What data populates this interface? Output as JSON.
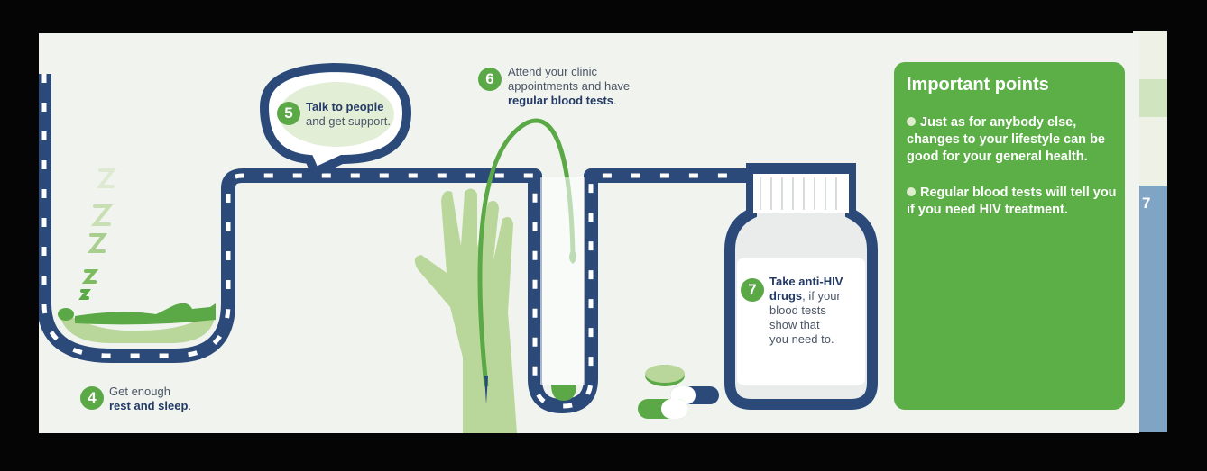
{
  "tab": {
    "number": "7"
  },
  "steps": [
    {
      "num": "4",
      "line1": "Get enough",
      "bold": "rest and sleep",
      "end": "."
    },
    {
      "num": "5",
      "bold": "Talk to people",
      "line2": "and get support."
    },
    {
      "num": "6",
      "line1": "Attend your clinic",
      "line2": "appointments and have",
      "bold": "regular blood tests",
      "end": "."
    },
    {
      "num": "7",
      "bold1": "Take anti-HIV",
      "bold2": "drugs",
      "rest1": ", if your",
      "rest2": "blood tests",
      "rest3": "show that",
      "rest4": "you need to."
    }
  ],
  "panel": {
    "title": "Important points",
    "points": [
      {
        "text": "Just as for anybody else, changes to your lifestyle can be good for your general health."
      },
      {
        "text": "Regular blood tests will tell you if you need HIV treatment."
      }
    ]
  },
  "colors": {
    "navy": "#2b4a7a",
    "green": "#5aa846",
    "light_green": "#b9d79a",
    "panel": "#5caf47"
  },
  "icons": [
    "sleeping-person-icon",
    "zzz-icon",
    "speech-bubble-icon",
    "arm-with-needle-icon",
    "test-tube-icon",
    "pills-icon",
    "medicine-bottle-icon"
  ]
}
